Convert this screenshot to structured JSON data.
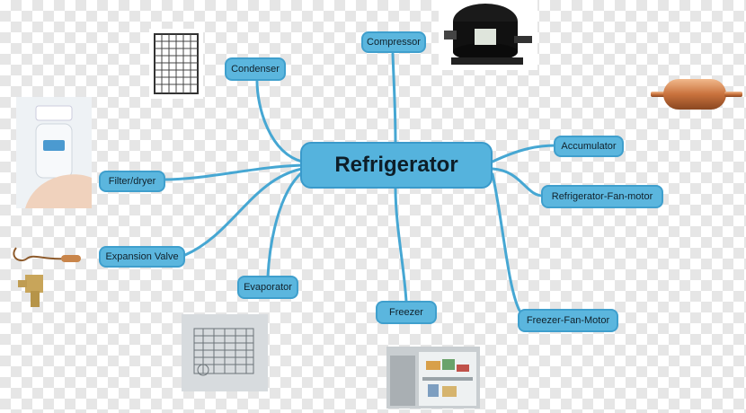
{
  "central_topic": "Refrigerator",
  "branches": {
    "compressor": "Compressor",
    "condenser": "Condenser",
    "accumulator": "Accumulator",
    "refrigerator_fan_motor": "Refrigerator-Fan-motor",
    "filter_dryer": "Filter/dryer",
    "expansion_valve": "Expansion Valve",
    "evaporator": "Evaporator",
    "freezer": "Freezer",
    "freezer_fan_motor": "Freezer-Fan-Motor"
  },
  "colors": {
    "node_fill": "#5bb6de",
    "node_border": "#3f9fcd",
    "connector": "#46a7d3",
    "text": "#10212b"
  },
  "images": [
    "condenser-coil-image",
    "compressor-image",
    "accumulator-image",
    "filter-dryer-image",
    "expansion-valve-image",
    "evaporator-coil-image",
    "freezer-image"
  ]
}
